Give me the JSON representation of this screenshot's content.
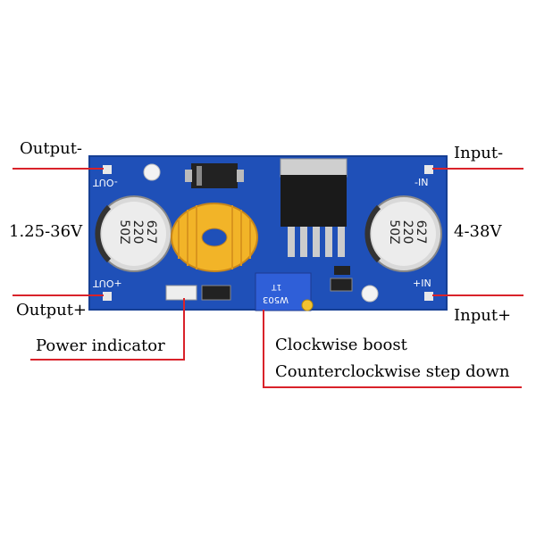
{
  "labels": {
    "output_minus": "Output-",
    "output_voltage": "1.25-36V",
    "output_plus": "Output+",
    "input_minus": "Input-",
    "input_voltage": "4-38V",
    "input_plus": "Input+",
    "power_indicator": "Power indicator",
    "adjust_cw": "Clockwise boost",
    "adjust_ccw": "Counterclockwise step down"
  },
  "silkscreen": {
    "out_minus": "-OUT",
    "out_plus": "+OUT",
    "in_minus": "-IN",
    "in_plus": "+IN",
    "pot_code": "W503",
    "pot_small": "1T"
  },
  "capacitor": {
    "line1": "627",
    "line2": "220",
    "line3": "50Z"
  },
  "colors": {
    "pcb": "#1f50b8",
    "callout_line": "#d9222a",
    "inductor": "#f2b428",
    "potentiometer": "#2f5fd8"
  }
}
